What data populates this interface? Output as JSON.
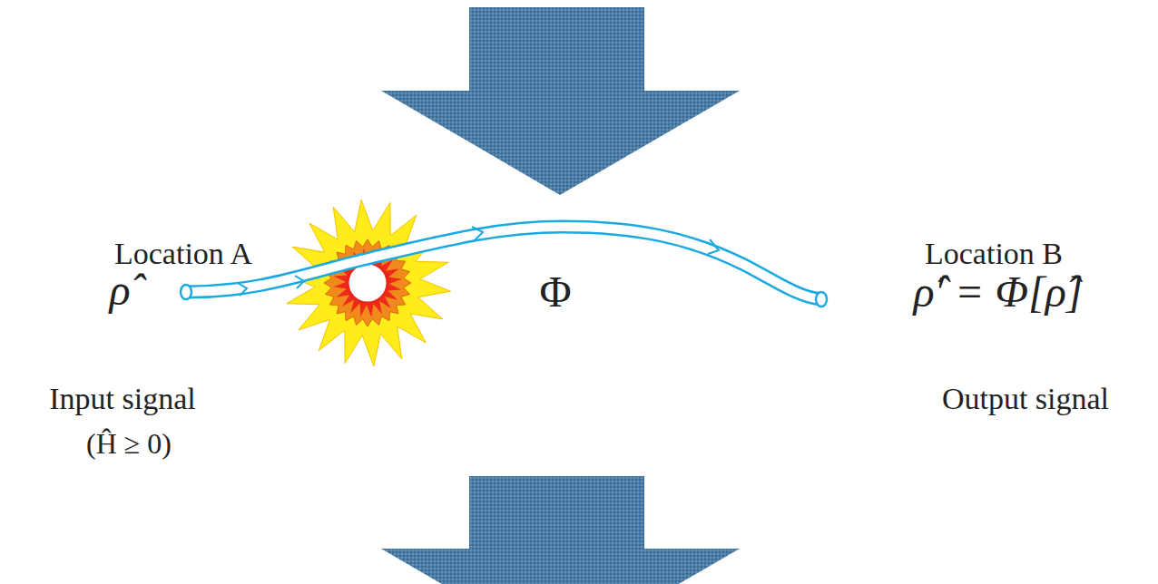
{
  "diagram": {
    "labels": [
      "Location A",
      "ρ̂",
      "Φ",
      "Location B",
      "ρ̂′ = Φ[ρ̂]",
      "Input signal",
      "(Ĥ ≥ 0)",
      "Output signal"
    ]
  }
}
